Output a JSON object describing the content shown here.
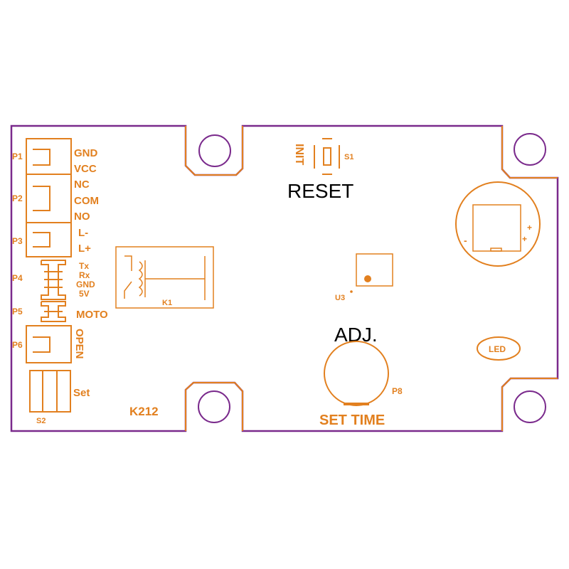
{
  "board": {
    "name": "K212",
    "colors": {
      "silkscreen": "#e2801f",
      "outline": "#7a2a8c",
      "annotation": "#000000"
    }
  },
  "connectors": {
    "p1": {
      "ref": "P1",
      "pins": [
        "GND",
        "VCC"
      ]
    },
    "p2": {
      "ref": "P2",
      "pins": [
        "NC",
        "COM",
        "NO"
      ]
    },
    "p3": {
      "ref": "P3",
      "pins": [
        "L-",
        "L+"
      ]
    },
    "p4": {
      "ref": "P4",
      "pins": [
        "Tx",
        "Rx",
        "GND",
        "5V"
      ]
    },
    "p5": {
      "ref": "P5",
      "pin": "MOTO"
    },
    "p6": {
      "ref": "P6",
      "pin": "OPEN"
    },
    "s2": {
      "ref": "S2",
      "label": "Set"
    }
  },
  "components": {
    "relay": {
      "ref": "K1"
    },
    "init_switch": {
      "ref": "S1",
      "label": "INIT"
    },
    "ic": {
      "ref": "U3"
    },
    "pot": {
      "ref": "P8",
      "label": "SET TIME"
    },
    "led": {
      "label": "LED"
    },
    "cap": {
      "minus": "-",
      "plus": "+"
    }
  },
  "annotations": {
    "reset": "RESET",
    "adj": "ADJ."
  }
}
